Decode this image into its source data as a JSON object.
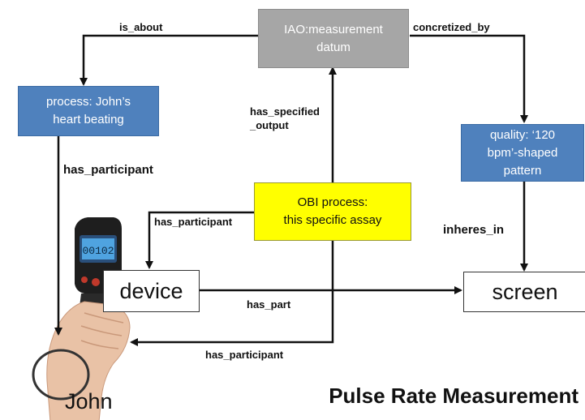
{
  "nodes": {
    "measurement_datum": "IAO:measurement\ndatum",
    "heart_beating": "process: John’s\nheart beating",
    "quality_pattern": "quality: ‘120\nbpm’-shaped\npattern",
    "obi_process": "OBI process:\nthis specific assay",
    "device": "device",
    "screen": "screen"
  },
  "edges": {
    "is_about": "is_about",
    "concretized_by": "concretized_by",
    "has_specified_output": "has_specified\n_output",
    "has_participant_john": "has_participant",
    "has_participant_device": "has_participant",
    "has_participant_hand": "has_participant",
    "inheres_in": "inheres_in",
    "has_part": "has_part"
  },
  "device_display": "00102",
  "person_label": "John",
  "title": "Pulse Rate Measurement",
  "colors": {
    "process_blue": "#4f81bd",
    "datum_gray": "#a6a6a6",
    "assay_yellow": "#ffff00"
  }
}
